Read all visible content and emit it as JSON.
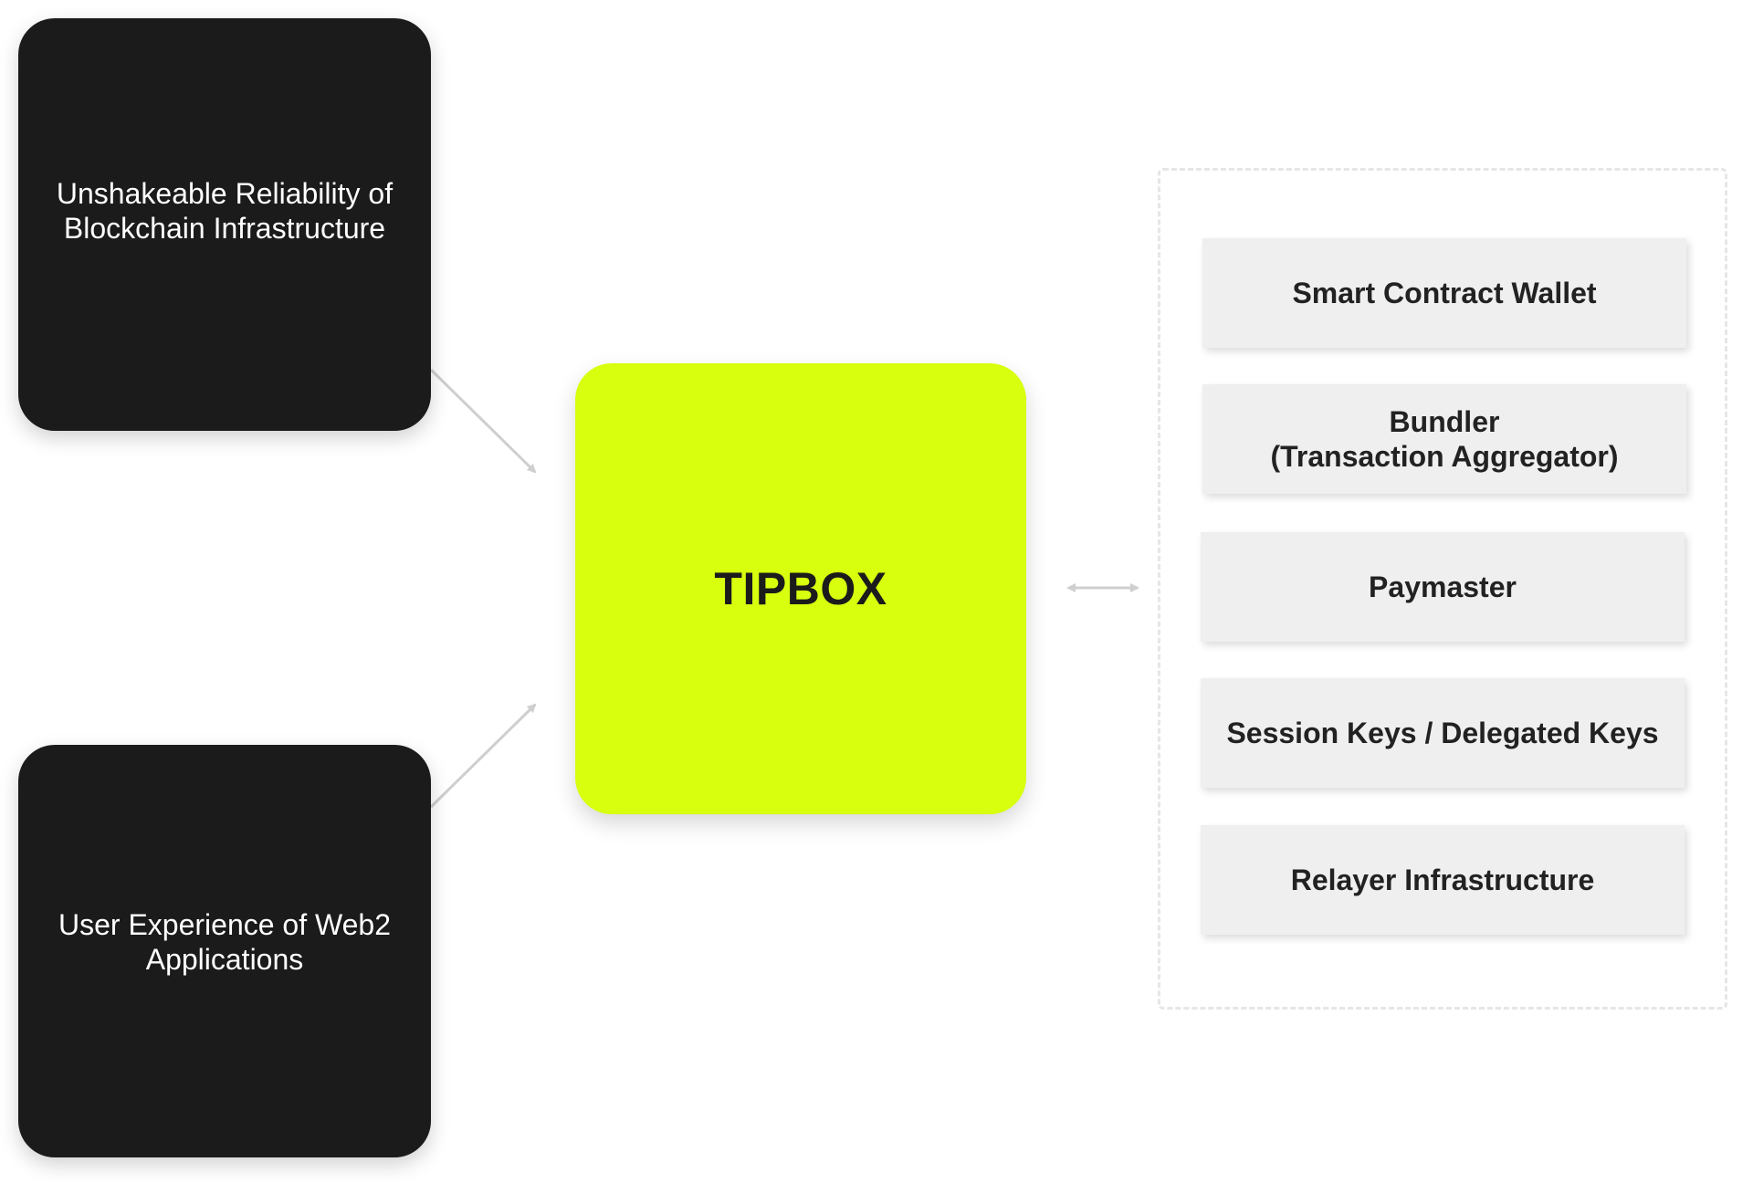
{
  "inputs": {
    "top": "Unshakeable Reliability of Blockchain Infrastructure",
    "bottom": "User Experience of Web2 Applications"
  },
  "center": {
    "label": "TIPBOX"
  },
  "components": [
    {
      "label": "Smart Contract Wallet"
    },
    {
      "label": "Bundler\n(Transaction Aggregator)"
    },
    {
      "label": "Paymaster"
    },
    {
      "label": "Session Keys / Delegated Keys"
    },
    {
      "label": "Relayer Infrastructure"
    }
  ],
  "colors": {
    "dark_box": "#1b1b1b",
    "center_box": "#d7ff0e",
    "component_box": "#efefef",
    "arrow": "#cfcfcf",
    "container_border": "#e6e6e6"
  }
}
